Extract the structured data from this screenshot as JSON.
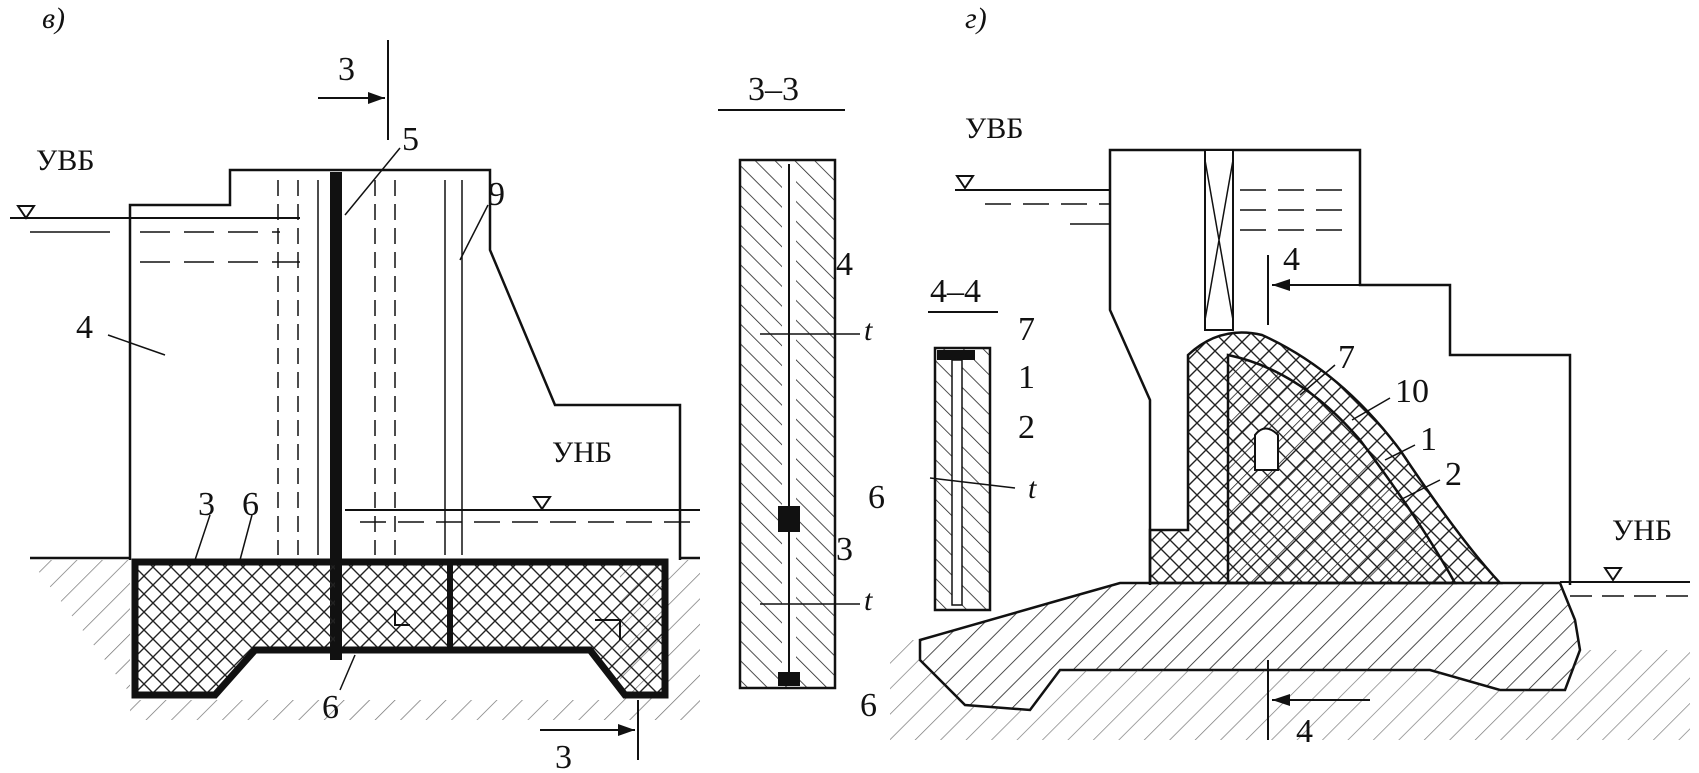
{
  "panels": {
    "v": {
      "tag": "в)",
      "level_upper": "УВБ",
      "level_lower": "УНБ",
      "callouts": [
        "5",
        "9",
        "4",
        "3",
        "6",
        "6"
      ],
      "cut_mark": "3"
    },
    "section_3": {
      "title": "3–3",
      "callouts": [
        "4",
        "6",
        "3",
        "6"
      ],
      "seam": "t"
    },
    "g": {
      "tag": "г)",
      "level_upper": "УВБ",
      "level_lower": "УНБ",
      "callouts": [
        "7",
        "10",
        "1",
        "2"
      ],
      "cut_mark": "4"
    },
    "section_4": {
      "title": "4–4",
      "callouts": [
        "7",
        "1",
        "2"
      ],
      "seam": "t"
    }
  },
  "colors": {
    "ink": "#111111",
    "paper": "#ffffff"
  }
}
